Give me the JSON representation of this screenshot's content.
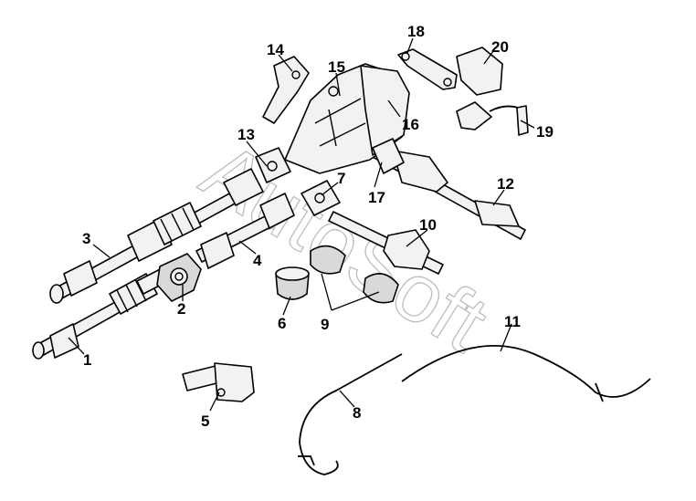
{
  "watermark": {
    "text": "AutoSoft"
  },
  "callouts": [
    {
      "id": "1",
      "text": "1"
    },
    {
      "id": "2",
      "text": "2"
    },
    {
      "id": "3",
      "text": "3"
    },
    {
      "id": "4",
      "text": "4"
    },
    {
      "id": "5",
      "text": "5"
    },
    {
      "id": "6",
      "text": "6"
    },
    {
      "id": "7",
      "text": "7"
    },
    {
      "id": "8",
      "text": "8"
    },
    {
      "id": "9",
      "text": "9"
    },
    {
      "id": "10",
      "text": "10"
    },
    {
      "id": "11",
      "text": "11"
    },
    {
      "id": "12",
      "text": "12"
    },
    {
      "id": "13",
      "text": "13"
    },
    {
      "id": "14",
      "text": "14"
    },
    {
      "id": "15",
      "text": "15"
    },
    {
      "id": "16",
      "text": "16"
    },
    {
      "id": "17",
      "text": "17"
    },
    {
      "id": "18",
      "text": "18"
    },
    {
      "id": "19",
      "text": "19"
    },
    {
      "id": "20",
      "text": "20"
    }
  ]
}
